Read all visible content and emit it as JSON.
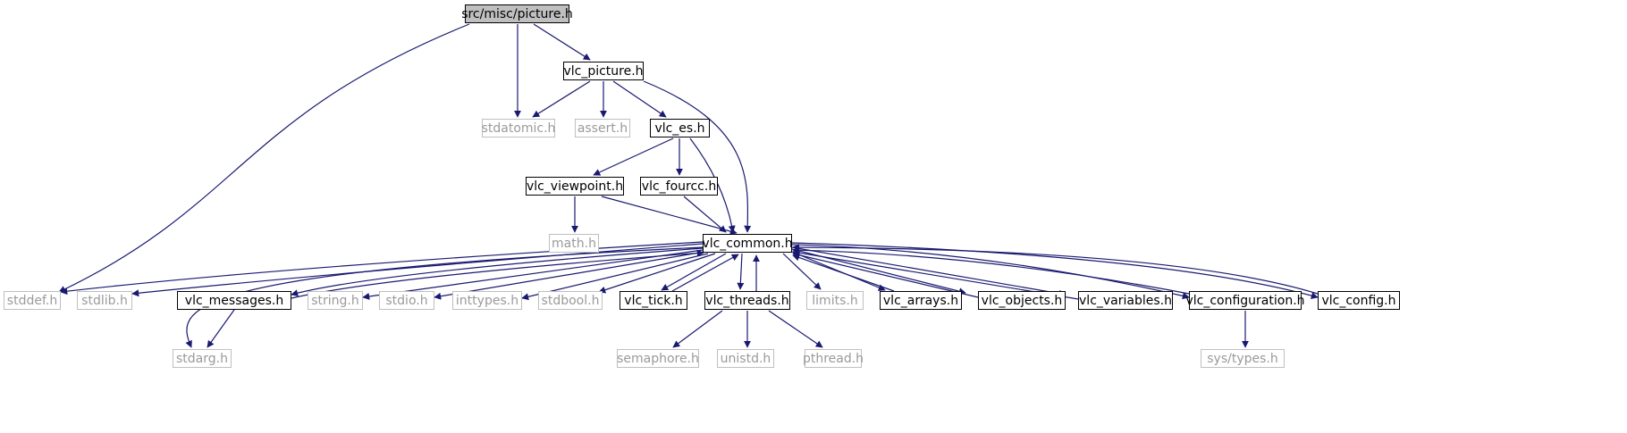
{
  "colors": {
    "edge": "#191970",
    "root_fill": "#bfbfbf",
    "documented_border": "#000000",
    "external_border": "#bfbfbf",
    "external_text": "#9a9a9a"
  },
  "nodes": {
    "root": {
      "label": "src/misc/picture.h",
      "kind": "root"
    },
    "vlc_picture": {
      "label": "vlc_picture.h",
      "kind": "documented"
    },
    "stdatomic": {
      "label": "stdatomic.h",
      "kind": "external"
    },
    "assert": {
      "label": "assert.h",
      "kind": "external"
    },
    "vlc_es": {
      "label": "vlc_es.h",
      "kind": "documented"
    },
    "vlc_viewpoint": {
      "label": "vlc_viewpoint.h",
      "kind": "documented"
    },
    "vlc_fourcc": {
      "label": "vlc_fourcc.h",
      "kind": "documented"
    },
    "math": {
      "label": "math.h",
      "kind": "external"
    },
    "vlc_common": {
      "label": "vlc_common.h",
      "kind": "documented"
    },
    "stddef": {
      "label": "stddef.h",
      "kind": "external"
    },
    "stdlib": {
      "label": "stdlib.h",
      "kind": "external"
    },
    "vlc_messages": {
      "label": "vlc_messages.h",
      "kind": "documented"
    },
    "string": {
      "label": "string.h",
      "kind": "external"
    },
    "stdio": {
      "label": "stdio.h",
      "kind": "external"
    },
    "inttypes": {
      "label": "inttypes.h",
      "kind": "external"
    },
    "stdbool": {
      "label": "stdbool.h",
      "kind": "external"
    },
    "vlc_tick": {
      "label": "vlc_tick.h",
      "kind": "documented"
    },
    "vlc_threads": {
      "label": "vlc_threads.h",
      "kind": "documented"
    },
    "limits": {
      "label": "limits.h",
      "kind": "external"
    },
    "vlc_arrays": {
      "label": "vlc_arrays.h",
      "kind": "documented"
    },
    "vlc_objects": {
      "label": "vlc_objects.h",
      "kind": "documented"
    },
    "vlc_variables": {
      "label": "vlc_variables.h",
      "kind": "documented"
    },
    "vlc_configuration": {
      "label": "vlc_configuration.h",
      "kind": "documented"
    },
    "vlc_config": {
      "label": "vlc_config.h",
      "kind": "documented"
    },
    "stdarg": {
      "label": "stdarg.h",
      "kind": "external"
    },
    "semaphore": {
      "label": "semaphore.h",
      "kind": "external"
    },
    "unistd": {
      "label": "unistd.h",
      "kind": "external"
    },
    "pthread": {
      "label": "pthread.h",
      "kind": "external"
    },
    "sys_types": {
      "label": "sys/types.h",
      "kind": "external"
    }
  },
  "edges": [
    {
      "from": "root",
      "to": "stddef"
    },
    {
      "from": "root",
      "to": "stdatomic"
    },
    {
      "from": "root",
      "to": "vlc_picture"
    },
    {
      "from": "vlc_picture",
      "to": "stdatomic"
    },
    {
      "from": "vlc_picture",
      "to": "assert"
    },
    {
      "from": "vlc_picture",
      "to": "vlc_es"
    },
    {
      "from": "vlc_picture",
      "to": "vlc_common"
    },
    {
      "from": "vlc_es",
      "to": "vlc_viewpoint"
    },
    {
      "from": "vlc_es",
      "to": "vlc_fourcc"
    },
    {
      "from": "vlc_es",
      "to": "vlc_common"
    },
    {
      "from": "vlc_viewpoint",
      "to": "math"
    },
    {
      "from": "vlc_viewpoint",
      "to": "vlc_common"
    },
    {
      "from": "vlc_fourcc",
      "to": "vlc_common"
    },
    {
      "from": "vlc_common",
      "to": "stddef"
    },
    {
      "from": "vlc_common",
      "to": "stdlib"
    },
    {
      "from": "vlc_common",
      "to": "stdarg"
    },
    {
      "from": "vlc_common",
      "to": "vlc_messages"
    },
    {
      "from": "vlc_common",
      "to": "string"
    },
    {
      "from": "vlc_common",
      "to": "stdio"
    },
    {
      "from": "vlc_common",
      "to": "inttypes"
    },
    {
      "from": "vlc_common",
      "to": "stdbool"
    },
    {
      "from": "vlc_common",
      "to": "vlc_tick"
    },
    {
      "from": "vlc_common",
      "to": "vlc_threads"
    },
    {
      "from": "vlc_common",
      "to": "limits"
    },
    {
      "from": "vlc_common",
      "to": "vlc_arrays"
    },
    {
      "from": "vlc_common",
      "to": "vlc_objects"
    },
    {
      "from": "vlc_common",
      "to": "vlc_variables"
    },
    {
      "from": "vlc_common",
      "to": "vlc_configuration"
    },
    {
      "from": "vlc_common",
      "to": "vlc_config"
    },
    {
      "from": "vlc_messages",
      "to": "vlc_common"
    },
    {
      "from": "vlc_messages",
      "to": "stdarg"
    },
    {
      "from": "vlc_tick",
      "to": "vlc_common"
    },
    {
      "from": "vlc_threads",
      "to": "vlc_common"
    },
    {
      "from": "vlc_threads",
      "to": "semaphore"
    },
    {
      "from": "vlc_threads",
      "to": "unistd"
    },
    {
      "from": "vlc_threads",
      "to": "pthread"
    },
    {
      "from": "vlc_arrays",
      "to": "vlc_common"
    },
    {
      "from": "vlc_objects",
      "to": "vlc_common"
    },
    {
      "from": "vlc_variables",
      "to": "vlc_common"
    },
    {
      "from": "vlc_configuration",
      "to": "vlc_common"
    },
    {
      "from": "vlc_configuration",
      "to": "sys_types"
    },
    {
      "from": "vlc_config",
      "to": "vlc_common"
    }
  ]
}
